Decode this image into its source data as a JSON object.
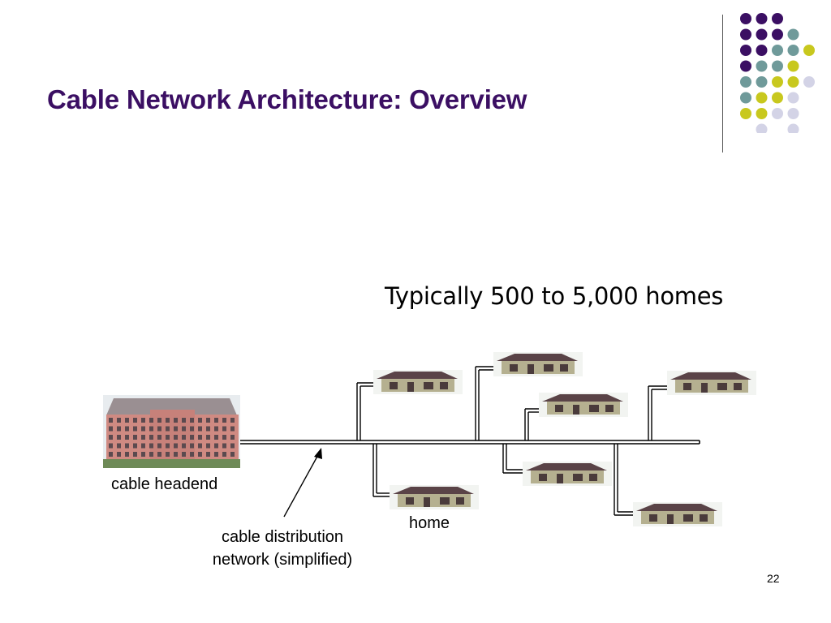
{
  "slide": {
    "title": "Cable Network Architecture: Overview",
    "caption": "Typically 500 to 5,000 homes",
    "page_number": "22"
  },
  "diagram": {
    "labels": {
      "headend": "cable headend",
      "home": "home",
      "network_line1": "cable distribution",
      "network_line2": "network (simplified)"
    }
  },
  "theme": {
    "title_color": "#3b0f63",
    "dot_colors": {
      "purple": "#3b0f63",
      "teal": "#6f9a9a",
      "yellow": "#c8c81e",
      "lavender": "#d3d3e6"
    }
  }
}
